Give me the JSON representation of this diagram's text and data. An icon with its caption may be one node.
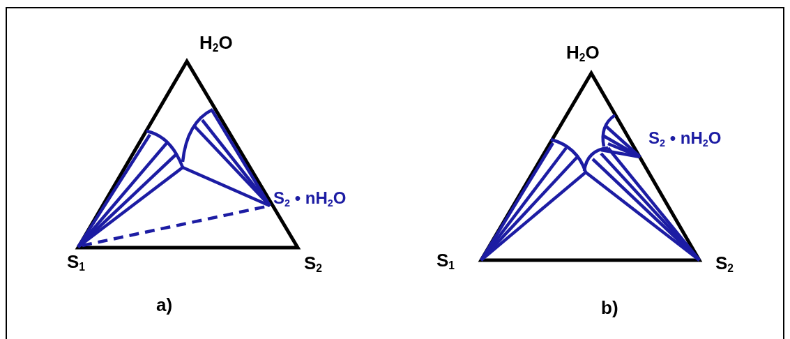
{
  "diagram": {
    "labels": [
      "H$_{2}$O",
      "S$_{2}$ • nH$_{2}$O",
      "S$_{1}$",
      "S$_{2}$",
      "a)",
      "H$_{2}$O",
      "S$_{2}$ • nH$_{2}$O",
      "S$_{1}$",
      "S$_{2}$",
      "b)"
    ]
  }
}
